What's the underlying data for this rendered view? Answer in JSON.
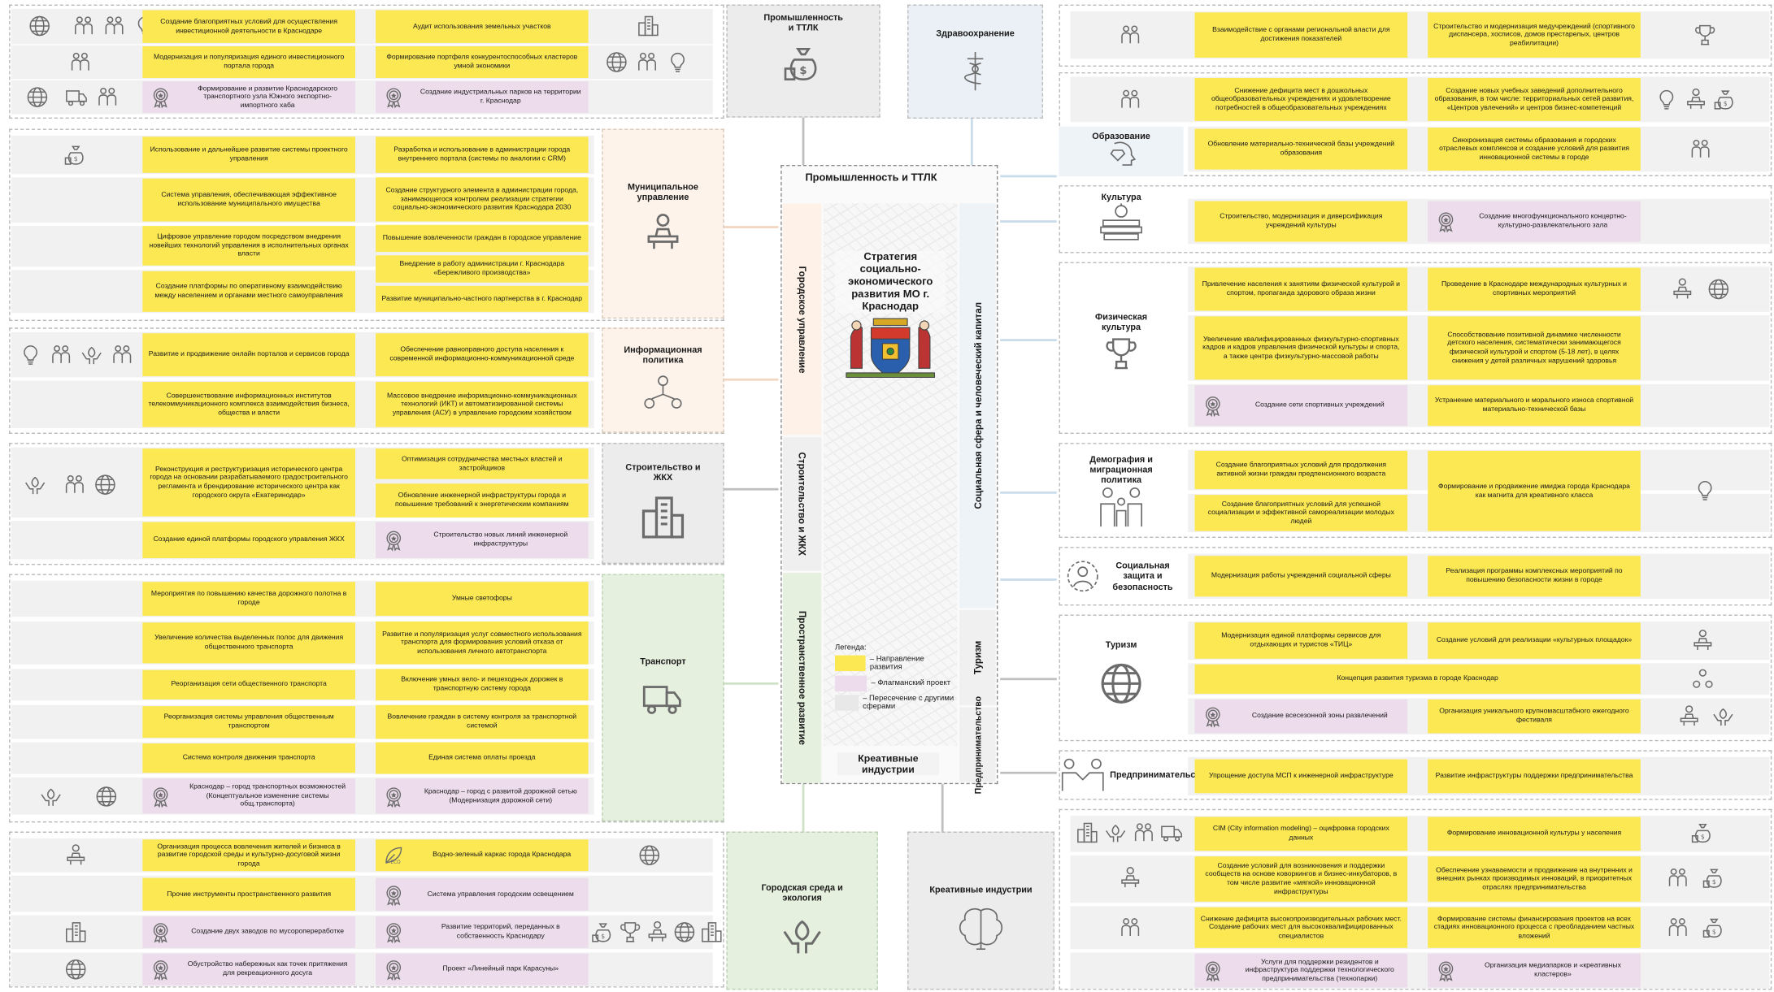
{
  "center": {
    "top": "Промышленность и ТТЛК",
    "title": "Стратегия социально-экономического развития МО г. Краснодар",
    "bottom": "Креативные индустрии",
    "left_tabs": [
      "Городское управление",
      "Строительство и ЖКХ",
      "Пространственное развитие"
    ],
    "right_tabs": [
      "Социальная сфера и человеческий капитал",
      "Туризм",
      "Предпринимательство"
    ],
    "legend": {
      "title": "Легенда:",
      "items": [
        "– Направление развития",
        "– Флагманский проект",
        "– Пересечение с другими сферами"
      ]
    },
    "colors": {
      "yellow": "#fbe853",
      "violet": "#ecdcec",
      "grey": "#f1f1f1"
    }
  },
  "left_categories": [
    "Промышленность и ТТЛК",
    "Муниципальное управление",
    "Информационная политика",
    "Строительство и ЖКХ",
    "Транспорт",
    "Городская среда и экология"
  ],
  "bottom_categories": [
    "Здравоохранение",
    "Креативные индустрии"
  ],
  "right_categories": [
    "Образование",
    "Культура",
    "Физическая культура",
    "Демография и миграционная политика",
    "Социальная защита и безопасность",
    "Туризм",
    "Предпринимательство"
  ],
  "left": {
    "industry": {
      "a": [
        "Создание благоприятных условий для осуществления инвестиционной деятельности в Краснодаре",
        "Модернизация и популяризация единого инвестиционного портала города",
        "Формирование и развитие Краснодарского транспортного узла Южного экспортно-импортного хаба"
      ],
      "b": [
        "Аудит использования земельных участков",
        "Формирование портфеля конкурентоспособных кластеров умной экономики",
        "Создание индустриальных парков на территории г. Краснодар"
      ]
    },
    "municipal": {
      "a": [
        "Использование и дальнейшее развитие системы проектного управления",
        "Система управления, обеспечивающая эффективное использование муниципального имущества",
        "Цифровое управление городом посредством внедрения новейших технологий управления в исполнительных органах власти",
        "Создание платформы по оперативному взаимодействию между населением и органами местного самоуправления"
      ],
      "b": [
        "Разработка и использование в администрации города внутреннего портала (системы по аналогии с CRM)",
        "Создание структурного элемента в администрации города, занимающегося контролем реализации стратегии социально-экономического развития Краснодара 2030",
        "Повышение вовлеченности граждан в городское управление",
        "Внедрение в работу администрации г. Краснодара «Бережливого производства»",
        "Развитие муниципально-частного партнерства в г. Краснодар"
      ]
    },
    "info": {
      "a": [
        "Развитие и продвижение онлайн порталов и сервисов города",
        "Совершенствование информационных институтов телекоммуникационного комплекса взаимодействия бизнеса, общества и власти"
      ],
      "b": [
        "Обеспечение равноправного доступа населения к современной информационно-коммуникационной среде",
        "Массовое внедрение информационно-коммуникационных технологий (ИКТ) и автоматизированной системы управления (АСУ) в управление городским хозяйством"
      ]
    },
    "construction": {
      "a": [
        "Реконструкция и реструктуризация исторического центра города на основании разрабатываемого градостроительного регламента и брендирование исторического центра как городского округа «Екатеринодар»",
        "Создание единой платформы городского управления ЖКХ"
      ],
      "b": [
        "Оптимизация сотрудничества местных властей и застройщиков",
        "Обновление инженерной инфраструктуры города и повышение требований к энергетическим компаниям",
        "Строительство новых линий инженерной инфраструктуры"
      ]
    },
    "transport": {
      "a": [
        "Мероприятия по повышению качества дорожного полотна в городе",
        "Увеличение количества выделенных полос для движения общественного транспорта",
        "Реорганизация сети общественного транспорта",
        "Реорганизация системы управления общественным транспортом",
        "Система контроля движения транспорта",
        "Краснодар – город транспортных возможностей (Концептуальное изменение системы общ.транспорта)"
      ],
      "b": [
        "Умные светофоры",
        "Развитие и популяризация услуг совместного использования транспорта для формирования условий отказа от использования личного автотранспорта",
        "Включение умных вело- и пешеходных дорожек в транспортную систему города",
        "Вовлечение граждан в систему контроля за транспортной системой",
        "Единая система оплаты проезда",
        "Краснодар – город с развитой дорожной сетью (Модернизация дорожной сети)"
      ]
    },
    "environment": {
      "a": [
        "Организация процесса вовлечения жителей и бизнеса в развитие городской среды и культурно-досуговой жизни города",
        "Прочие инструменты пространственного развития",
        "Создание двух заводов по мусоропереработке",
        "Обустройство набережных как точек притяжения для рекреационного досуга"
      ],
      "b": [
        "Водно-зеленый каркас города Краснодара",
        "Система управления городским освещением",
        "Развитие территорий, переданных в собственность Краснодару",
        "Проект «Линейный парк Карасуны»"
      ]
    }
  },
  "right": {
    "health": {
      "a": [
        "Взаимодействие с органами региональной власти для достижения показателей"
      ],
      "b": [
        "Строительство и модернизация медучреждений (спортивного диспансера, хосписов, домов престарелых, центров реабилитации)"
      ]
    },
    "education": {
      "a": [
        "Снижение дефицита мест в дошкольных общеобразовательных учреждениях и удовлетворение потребностей в общеобразовательных учреждениях",
        "Обновление материально-технической базы учреждений образования"
      ],
      "b": [
        "Создание новых учебных заведений дополнительного образования, в том числе: территориальных сетей развития, «Центров увлечений» и центров бизнес-компетенций",
        "Синхронизация системы образования и городских отраслевых комплексов и создание условий для развития инновационной системы в городе"
      ]
    },
    "culture": {
      "a": [
        "Строительство, модернизация и диверсификация учреждений культуры"
      ],
      "b": [
        "Создание многофункционального концертно-культурно-развлекательного зала"
      ]
    },
    "sport": {
      "a": [
        "Привлечение населения к занятиям физической культурой и спортом, пропаганда здорового образа жизни",
        "Увеличение квалифицированных физкультурно-спортивных кадров и кадров управления физической культуры и спорта, а также центра физкультурно-массовой работы",
        "Создание сети спортивных учреждений"
      ],
      "b": [
        "Проведение в Краснодаре международных культурных и спортивных мероприятий",
        "Способствование позитивной динамике численности детского населения, систематически занимающегося физической культурой и спортом (5-18 лет), в целях снижения у детей различных нарушений здоровья",
        "Устранение материального и морального износа спортивной материально-технической базы"
      ]
    },
    "demography": {
      "a": [
        "Создание благоприятных условий для продолжения активной жизни граждан предпенсионного возраста",
        "Создание благоприятных условий для успешной социализации и эффективной самореализации молодых людей"
      ],
      "b": [
        "Формирование и продвижение имиджа города Краснодара как магнита для креативного класса"
      ]
    },
    "social": {
      "a": [
        "Модернизация работы учреждений социальной сферы"
      ],
      "b": [
        "Реализация программы комплексных мероприятий по повышению безопасности жизни в городе"
      ]
    },
    "tourism": {
      "a": [
        "Модернизация единой платформы сервисов для отдыхающих и туристов «ТИЦ»",
        "Создание всесезонной зоны развлечений"
      ],
      "b": [
        "Создание условий для реализации «культурных площадок»",
        "Организация уникального крупномасштабного ежегодного фестиваля"
      ],
      "wide": "Концепция развития туризма в городе Краснодар"
    },
    "business": {
      "a": [
        "Упрощение доступа МСП к инженерной инфраструктуре"
      ],
      "b": [
        "Развитие инфраструктуры поддержки предпринимательства"
      ]
    },
    "creative": {
      "a": [
        "CIM (City information modeling) – оцифровка городских данных",
        "Создание условий для возникновения и поддержки сообществ на основе коворкингов и бизнес-инкубаторов, в том числе развитие «мягкой» инновационной инфраструктуры",
        "Снижение дефицита высокопроизводительных рабочих мест. Создание рабочих мест для высококвалифицированных специалистов",
        "Услуги для поддержки резидентов и инфраструктура поддержки технологического предпринимательства (технопарки)"
      ],
      "b": [
        "Формирование инновационной культуры у населения",
        "Обеспечение узнаваемости и продвижение на внутренних и внешних рынках производимых инноваций, в приоритетных отраслях предпринимательства",
        "Формирование системы финансирования проектов на всех стадиях инновационного процесса с преобладанием частных вложений",
        "Организация медиапарков и «креативных кластеров»"
      ]
    }
  },
  "icons": [
    "globe-icon",
    "people-icon",
    "bulb-icon",
    "truck-icon",
    "money-bag-icon",
    "buildings-icon",
    "trophy-icon",
    "hands-icon",
    "seal-icon",
    "eco-icon",
    "brain-icon",
    "caduceus-icon",
    "diamond-head-icon",
    "books-icon",
    "cup-icon",
    "family-icon",
    "person-gear-icon",
    "handshake-icon",
    "network-icon",
    "podium-icon"
  ]
}
